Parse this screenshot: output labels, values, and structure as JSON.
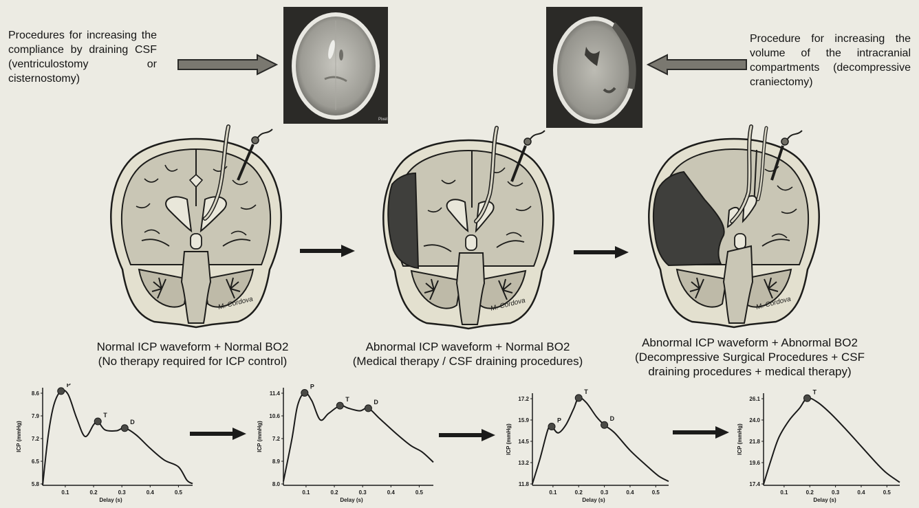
{
  "notes": {
    "left": "Procedures for increasing the compliance by draining CSF (ventriculostomy or cisternostomy)",
    "right": "Procedure for increasing the volume of the intracranial compartments (decompressive craniectomy)"
  },
  "ct_watermark": "Pixel",
  "signature": "M. Cordova",
  "stages": [
    {
      "title": "Normal ICP waveform + Normal BO2",
      "subtitle": "(No therapy required for ICP control)"
    },
    {
      "title": "Abnormal ICP waveform + Normal BO2",
      "subtitle": "(Medical therapy / CSF draining procedures)"
    },
    {
      "title": "Abnormal ICP waveform + Abnormal BO2",
      "subtitle": "(Decompressive Surgical Procedures + CSF",
      "subtitle2": "draining procedures + medical therapy)"
    }
  ],
  "colors": {
    "background": "#ecebe3",
    "brain": "#cbc8b7",
    "blood": "#3f3f3c",
    "ink": "#1a1a1a"
  },
  "chart_data": [
    {
      "type": "line",
      "xlabel": "Delay (s)",
      "ylabel": "ICP (mmHg)",
      "x_ticks": [
        0.1,
        0.2,
        0.3,
        0.4,
        0.5
      ],
      "y_ticks": [
        5.8,
        6.5,
        7.2,
        7.9,
        8.6
      ],
      "xlim": [
        0.02,
        0.55
      ],
      "ylim": [
        5.8,
        8.7
      ],
      "points": [
        [
          0.02,
          5.8
        ],
        [
          0.04,
          7.3
        ],
        [
          0.06,
          8.2
        ],
        [
          0.085,
          8.6
        ],
        [
          0.11,
          8.5
        ],
        [
          0.14,
          7.8
        ],
        [
          0.17,
          7.25
        ],
        [
          0.2,
          7.6
        ],
        [
          0.215,
          7.7
        ],
        [
          0.24,
          7.45
        ],
        [
          0.28,
          7.42
        ],
        [
          0.31,
          7.5
        ],
        [
          0.35,
          7.3
        ],
        [
          0.4,
          6.9
        ],
        [
          0.45,
          6.55
        ],
        [
          0.5,
          6.35
        ],
        [
          0.53,
          5.95
        ],
        [
          0.55,
          5.85
        ]
      ],
      "markers": [
        {
          "label": "P",
          "x": 0.085,
          "y": 8.6
        },
        {
          "label": "T",
          "x": 0.215,
          "y": 7.7
        },
        {
          "label": "D",
          "x": 0.31,
          "y": 7.5
        }
      ]
    },
    {
      "type": "line",
      "xlabel": "Delay (s)",
      "ylabel": "ICP (mmHg)",
      "x_ticks": [
        0.1,
        0.2,
        0.3,
        0.4,
        0.5
      ],
      "y_ticks": [
        8.0,
        8.9,
        7.2,
        10.6,
        11.4
      ],
      "xlim": [
        0.02,
        0.55
      ],
      "ylim": [
        7.8,
        11.6
      ],
      "points": [
        [
          0.02,
          7.95
        ],
        [
          0.05,
          9.6
        ],
        [
          0.07,
          10.9
        ],
        [
          0.095,
          11.4
        ],
        [
          0.12,
          11.1
        ],
        [
          0.15,
          10.35
        ],
        [
          0.18,
          10.6
        ],
        [
          0.22,
          10.9
        ],
        [
          0.25,
          10.8
        ],
        [
          0.29,
          10.7
        ],
        [
          0.32,
          10.8
        ],
        [
          0.36,
          10.4
        ],
        [
          0.42,
          9.8
        ],
        [
          0.47,
          9.35
        ],
        [
          0.51,
          9.1
        ],
        [
          0.55,
          8.7
        ]
      ],
      "markers": [
        {
          "label": "P",
          "x": 0.095,
          "y": 11.4
        },
        {
          "label": "T",
          "x": 0.22,
          "y": 10.9
        },
        {
          "label": "D",
          "x": 0.32,
          "y": 10.8
        }
      ]
    },
    {
      "type": "line",
      "xlabel": "Delay (s)",
      "ylabel": "ICP (mmHg)",
      "x_ticks": [
        0.1,
        0.2,
        0.3,
        0.4,
        0.5
      ],
      "y_ticks": [
        11.8,
        13.2,
        14.5,
        15.9,
        17.2
      ],
      "xlim": [
        0.02,
        0.55
      ],
      "ylim": [
        11.8,
        17.6
      ],
      "points": [
        [
          0.02,
          11.9
        ],
        [
          0.05,
          13.5
        ],
        [
          0.08,
          15.3
        ],
        [
          0.095,
          15.5
        ],
        [
          0.12,
          15.1
        ],
        [
          0.15,
          15.6
        ],
        [
          0.18,
          16.6
        ],
        [
          0.2,
          17.3
        ],
        [
          0.23,
          17.0
        ],
        [
          0.27,
          16.1
        ],
        [
          0.3,
          15.6
        ],
        [
          0.34,
          15.1
        ],
        [
          0.4,
          14.0
        ],
        [
          0.46,
          13.1
        ],
        [
          0.51,
          12.4
        ],
        [
          0.55,
          12.05
        ]
      ],
      "markers": [
        {
          "label": "P",
          "x": 0.095,
          "y": 15.5
        },
        {
          "label": "T",
          "x": 0.2,
          "y": 17.3
        },
        {
          "label": "D",
          "x": 0.3,
          "y": 15.6
        }
      ]
    },
    {
      "type": "line",
      "xlabel": "Delay (s)",
      "ylabel": "ICP (mmHg)",
      "x_ticks": [
        0.1,
        0.2,
        0.3,
        0.4,
        0.5
      ],
      "y_ticks": [
        17.4,
        19.6,
        21.8,
        24.0,
        26.1
      ],
      "xlim": [
        0.02,
        0.55
      ],
      "ylim": [
        17.4,
        26.6
      ],
      "points": [
        [
          0.02,
          17.5
        ],
        [
          0.05,
          20.0
        ],
        [
          0.08,
          22.2
        ],
        [
          0.12,
          23.9
        ],
        [
          0.16,
          25.1
        ],
        [
          0.19,
          26.1
        ],
        [
          0.23,
          25.7
        ],
        [
          0.28,
          24.6
        ],
        [
          0.34,
          23.0
        ],
        [
          0.4,
          21.3
        ],
        [
          0.46,
          19.6
        ],
        [
          0.5,
          18.6
        ],
        [
          0.55,
          17.7
        ]
      ],
      "markers": [
        {
          "label": "T",
          "x": 0.19,
          "y": 26.1
        }
      ]
    }
  ]
}
